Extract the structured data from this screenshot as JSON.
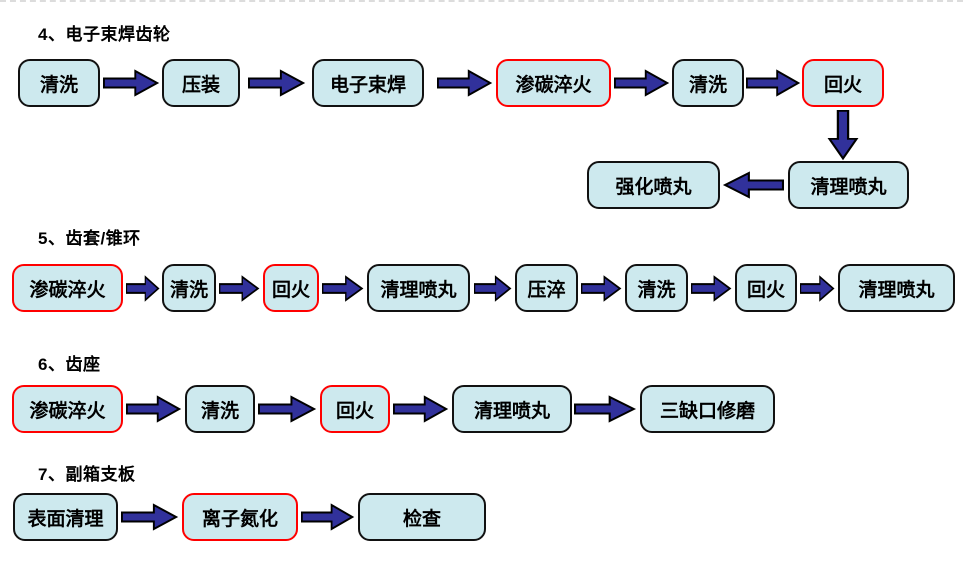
{
  "page": {
    "background": "#ffffff",
    "description": "Heat-treatment process flow diagrams for transmission parts"
  },
  "colors": {
    "background": "#ffffff",
    "box_fill": "#cde9ee",
    "box_border": "#111111",
    "highlight_border": "#ff0000",
    "arrow_fill": "#31319b",
    "arrow_outline": "#000000",
    "text": "#000000"
  },
  "sections": [
    {
      "number": "4",
      "title": "4、电子束焊齿轮",
      "steps": [
        {
          "label": "清洗",
          "highlight": false
        },
        {
          "label": "压装",
          "highlight": false
        },
        {
          "label": "电子束焊",
          "highlight": false
        },
        {
          "label": "渗碳淬火",
          "highlight": true
        },
        {
          "label": "清洗",
          "highlight": false
        },
        {
          "label": "回火",
          "highlight": true
        },
        {
          "label": "清理喷丸",
          "highlight": false
        },
        {
          "label": "强化喷丸",
          "highlight": false
        }
      ]
    },
    {
      "number": "5",
      "title": "5、齿套/锥环",
      "steps": [
        {
          "label": "渗碳淬火",
          "highlight": true
        },
        {
          "label": "清洗",
          "highlight": false
        },
        {
          "label": "回火",
          "highlight": true
        },
        {
          "label": "清理喷丸",
          "highlight": false
        },
        {
          "label": "压淬",
          "highlight": false
        },
        {
          "label": "清洗",
          "highlight": false
        },
        {
          "label": "回火",
          "highlight": false
        },
        {
          "label": "清理喷丸",
          "highlight": false
        }
      ]
    },
    {
      "number": "6",
      "title": "6、齿座",
      "steps": [
        {
          "label": "渗碳淬火",
          "highlight": true
        },
        {
          "label": "清洗",
          "highlight": false
        },
        {
          "label": "回火",
          "highlight": true
        },
        {
          "label": "清理喷丸",
          "highlight": false
        },
        {
          "label": "三缺口修磨",
          "highlight": false
        }
      ]
    },
    {
      "number": "7",
      "title": "7、副箱支板",
      "steps": [
        {
          "label": "表面清理",
          "highlight": false
        },
        {
          "label": "离子氮化",
          "highlight": true
        },
        {
          "label": "检查",
          "highlight": false
        }
      ]
    }
  ]
}
